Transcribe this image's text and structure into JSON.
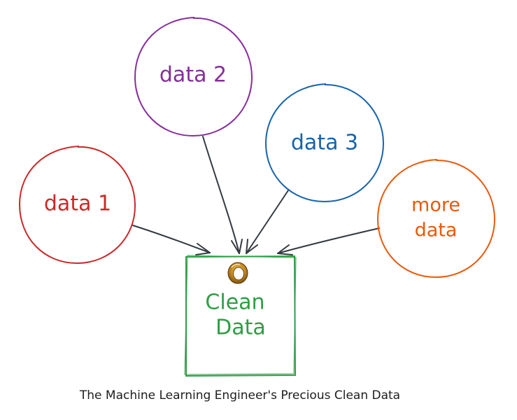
{
  "diagram": {
    "nodes": [
      {
        "id": "data-1",
        "label": "data 1",
        "color": "#c92a2a"
      },
      {
        "id": "data-2",
        "label": "data 2",
        "color": "#862e9c"
      },
      {
        "id": "data-3",
        "label": "data 3",
        "color": "#1864ab"
      },
      {
        "id": "more-data",
        "label_line1": "more",
        "label_line2": "data",
        "color": "#e8590c"
      }
    ],
    "target": {
      "label_line1": "Clean",
      "label_line2": "Data",
      "color": "#2f9e44",
      "icon": "ring-icon"
    },
    "edges": [
      {
        "from": "data-1",
        "to": "clean-data"
      },
      {
        "from": "data-2",
        "to": "clean-data"
      },
      {
        "from": "data-3",
        "to": "clean-data"
      },
      {
        "from": "more-data",
        "to": "clean-data"
      }
    ],
    "arrow_color": "#343a40"
  },
  "caption": "The Machine Learning Engineer's Precious Clean Data"
}
